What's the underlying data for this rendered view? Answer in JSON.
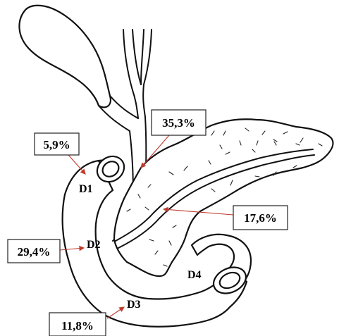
{
  "segments": {
    "d1": "D1",
    "d2": "D2",
    "d3": "D3",
    "d4": "D4"
  },
  "percentages": {
    "d1_label": "5,9%",
    "bile_duct_label": "35,3%",
    "pancreatic_duct_label": "17,6%",
    "d2_label": "29,4%",
    "d3_label": "11,8%"
  },
  "colors": {
    "pointer_line": "#c0392b",
    "outline": "#111111"
  }
}
